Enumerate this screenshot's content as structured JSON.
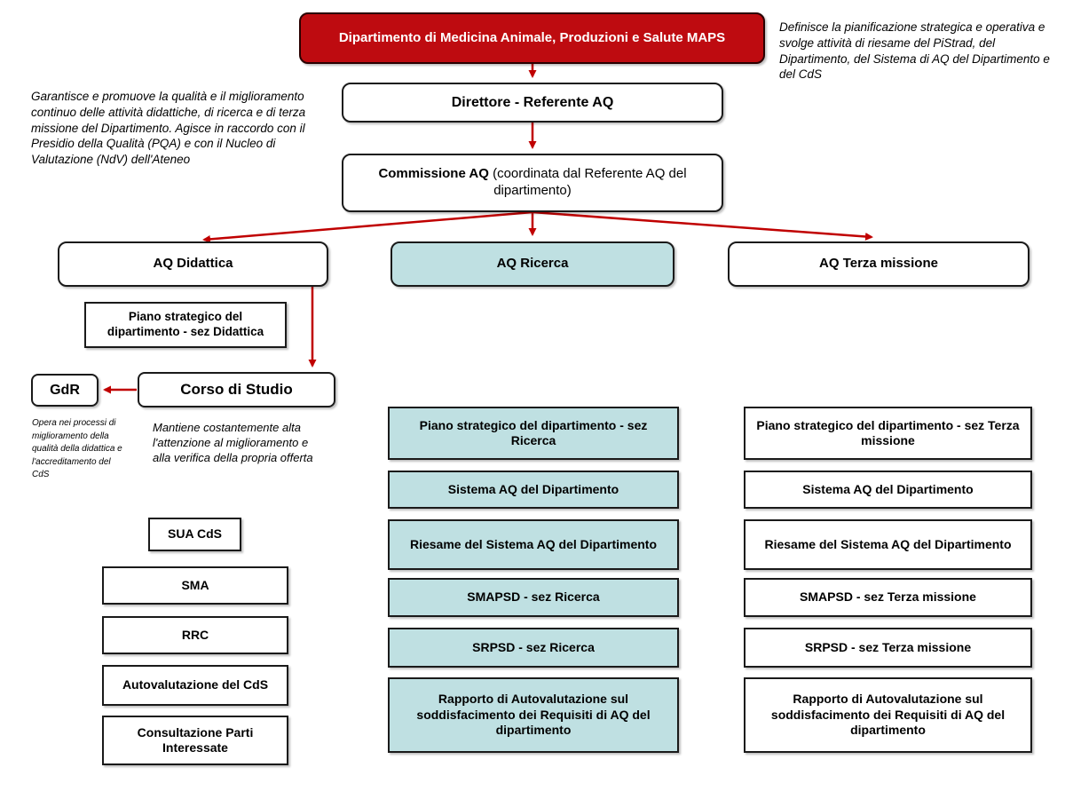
{
  "diagram": {
    "root": {
      "label": "Dipartimento di Medicina Animale, Produzioni e Salute MAPS"
    },
    "annotations": {
      "top_right": "Definisce la pianificazione strategica e operativa e svolge attività di riesame del PiStrad, del Dipartimento, del Sistema di AQ del Dipartimento e del CdS",
      "left": "Garantisce e promuove la qualità e il miglioramento continuo delle attività didattiche, di ricerca e di terza missione del Dipartimento. Agisce in raccordo con il Presidio della Qualità (PQA) e con il Nucleo di Valutazione (NdV) dell'Ateneo",
      "gdr_note": "Opera nei processi di miglioramento della qualità della didattica e l'accreditamento del CdS",
      "cds_note": "Mantiene costantemente alta l'attenzione al miglioramento e alla verifica della propria offerta"
    },
    "direttore": {
      "label": "Direttore - Referente AQ"
    },
    "commissione": {
      "bold": "Commissione AQ",
      "rest": " (coordinata dal Referente AQ del dipartimento)"
    },
    "branches": {
      "didattica": {
        "label": "AQ Didattica"
      },
      "ricerca": {
        "label": "AQ Ricerca"
      },
      "terza": {
        "label": "AQ Terza missione"
      }
    },
    "didattica_column": {
      "piano": "Piano strategico del dipartimento - sez Didattica",
      "corso": "Corso di Studio",
      "gdr": "GdR",
      "stack": [
        "SUA CdS",
        "SMA",
        "RRC",
        "Autovalutazione del CdS",
        "Consultazione Parti Interessate"
      ]
    },
    "ricerca_column": [
      "Piano strategico del dipartimento - sez Ricerca",
      "Sistema AQ del Dipartimento",
      "Riesame del Sistema AQ del Dipartimento",
      "SMAPSD - sez Ricerca",
      "SRPSD - sez Ricerca",
      "Rapporto di Autovalutazione sul soddisfacimento dei Requisiti di AQ del dipartimento"
    ],
    "terza_column": [
      "Piano strategico del dipartimento - sez Terza missione",
      "Sistema AQ del Dipartimento",
      "Riesame del Sistema AQ del Dipartimento",
      "SMAPSD - sez Terza missione",
      "SRPSD - sez Terza missione",
      "Rapporto di Autovalutazione sul soddisfacimento dei Requisiti di AQ del dipartimento"
    ],
    "colors": {
      "root_bg": "#be0b10",
      "highlight_bg": "#bfe0e2",
      "arrow": "#c00000",
      "border": "#1a1a1a"
    }
  }
}
